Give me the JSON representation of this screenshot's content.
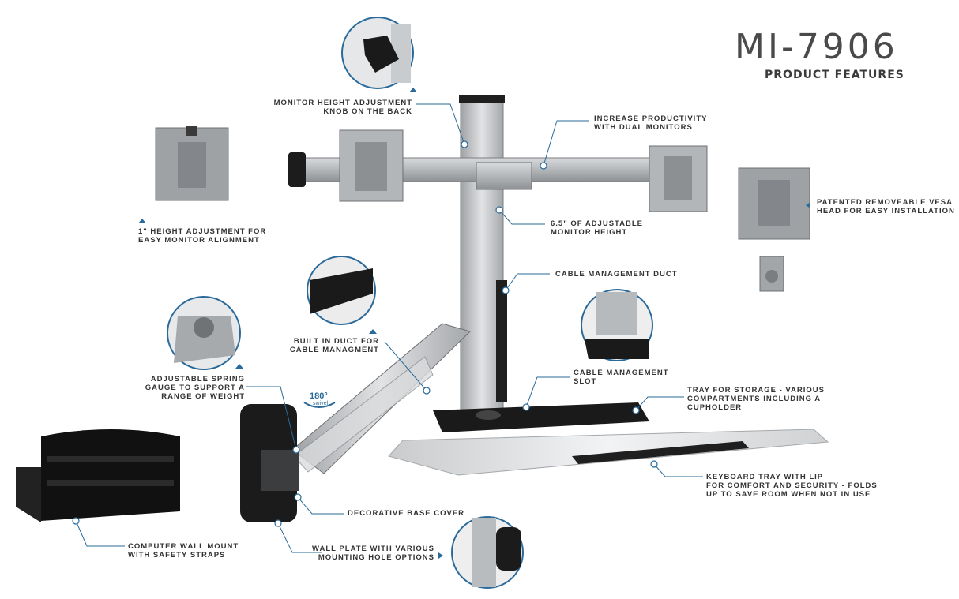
{
  "header": {
    "model": "MI-7906",
    "subtitle": "PRODUCT FEATURES"
  },
  "swivel": {
    "degrees": "180°",
    "label": "swivel"
  },
  "callouts": {
    "knob": [
      "MONITOR HEIGHT ADJUSTMENT",
      "KNOB ON THE BACK"
    ],
    "dual": [
      "INCREASE PRODUCTIVITY",
      "WITH DUAL MONITORS"
    ],
    "height1": [
      "1\" HEIGHT ADJUSTMENT FOR",
      "EASY MONITOR ALIGNMENT"
    ],
    "vesa": [
      "PATENTED REMOVEABLE VESA",
      "HEAD FOR EASY INSTALLATION"
    ],
    "adjheight": [
      "6.5\" OF ADJUSTABLE",
      "MONITOR HEIGHT"
    ],
    "duct": [
      "CABLE MANAGEMENT DUCT"
    ],
    "builtin": [
      "BUILT IN DUCT FOR",
      "CABLE MANAGMENT"
    ],
    "spring": [
      "ADJUSTABLE SPRING",
      "GAUGE TO SUPPORT A",
      "RANGE OF WEIGHT"
    ],
    "slot": [
      "CABLE MANAGEMENT",
      "SLOT"
    ],
    "tray": [
      "TRAY FOR STORAGE - VARIOUS",
      "COMPARTMENTS INCLUDING A",
      "CUPHOLDER"
    ],
    "keyboard": [
      "KEYBOARD TRAY WITH LIP",
      "FOR COMFORT AND SECURITY - FOLDS",
      "UP TO SAVE ROOM WHEN NOT IN USE"
    ],
    "basecover": [
      "DECORATIVE BASE COVER"
    ],
    "cpu": [
      "COMPUTER WALL MOUNT",
      "WITH SAFETY STRAPS"
    ],
    "wallplate": [
      "WALL PLATE WITH VARIOUS",
      "MOUNTING HOLE OPTIONS"
    ]
  },
  "colors": {
    "accent": "#2a6a9a",
    "metal": "#c4c6c8",
    "dark": "#1c1c1c",
    "text": "#333333"
  }
}
